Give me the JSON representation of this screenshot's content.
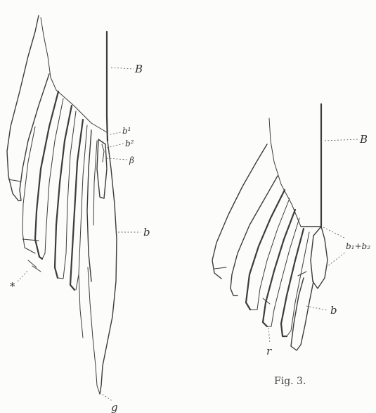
{
  "figure_left": {
    "labels": {
      "B": "B",
      "b1": "b¹",
      "b2": "b²",
      "beta": "β",
      "b": "b",
      "star": "*",
      "g": "g"
    }
  },
  "figure_right": {
    "labels": {
      "B": "B",
      "b1b2": "b₁+b₂",
      "b": "b",
      "r": "r"
    },
    "caption": "Fig. 3."
  },
  "colors": {
    "ink": "#3c3c3a",
    "paper": "#fcfcfa"
  }
}
